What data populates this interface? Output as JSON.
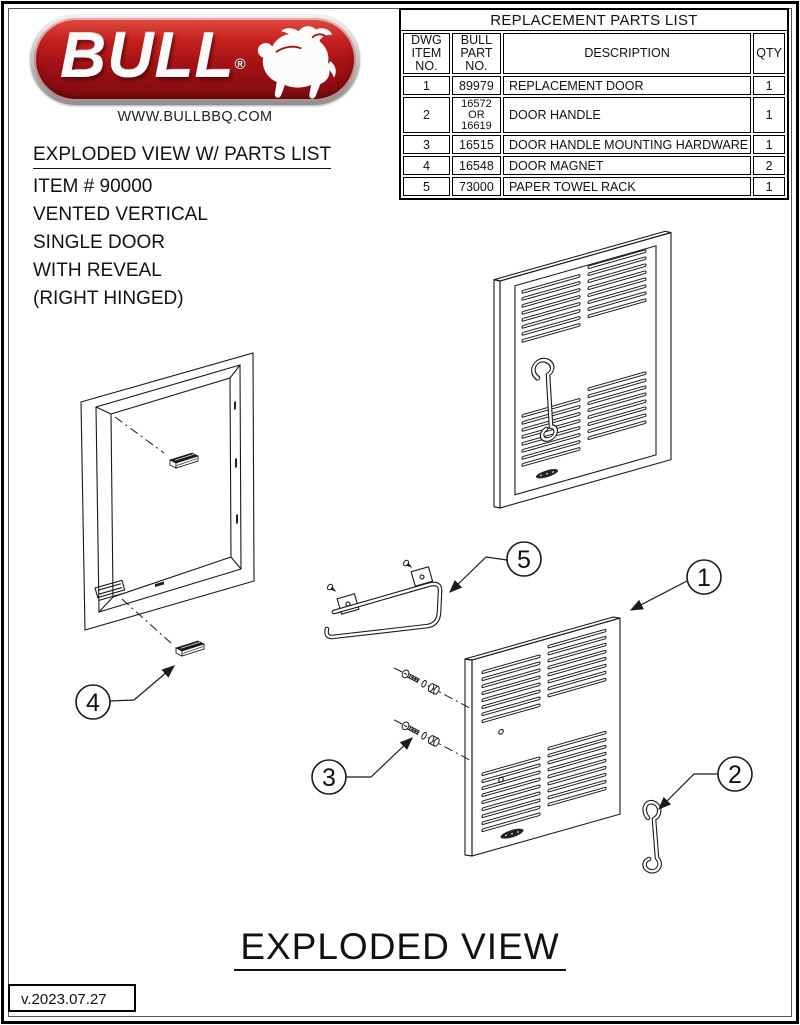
{
  "logo": {
    "brand": "BULL",
    "registered_mark": "®",
    "website": "WWW.BULLBBQ.COM"
  },
  "info_block": {
    "heading": "EXPLODED VIEW W/ PARTS LIST",
    "lines": [
      "ITEM # 90000",
      "VENTED VERTICAL",
      "SINGLE DOOR",
      "WITH REVEAL",
      "(RIGHT HINGED)"
    ]
  },
  "parts_table": {
    "title": "REPLACEMENT PARTS LIST",
    "headers": [
      "DWG\nITEM NO.",
      "BULL\nPART NO.",
      "DESCRIPTION",
      "QTY"
    ],
    "rows": [
      {
        "item": "1",
        "part": "89979",
        "desc": "REPLACEMENT DOOR",
        "qty": "1"
      },
      {
        "item": "2",
        "part": "16572\nOR\n16619",
        "desc": "DOOR HANDLE",
        "qty": "1"
      },
      {
        "item": "3",
        "part": "16515",
        "desc": "DOOR HANDLE MOUNTING HARDWARE",
        "qty": "1"
      },
      {
        "item": "4",
        "part": "16548",
        "desc": "DOOR MAGNET",
        "qty": "2"
      },
      {
        "item": "5",
        "part": "73000",
        "desc": "PAPER TOWEL RACK",
        "qty": "1"
      }
    ]
  },
  "callouts": {
    "c1": "1",
    "c2": "2",
    "c3": "3",
    "c4": "4",
    "c5": "5"
  },
  "footer": {
    "diagram_title": "EXPLODED VIEW",
    "version": "v.2023.07.27"
  },
  "colors": {
    "logo_red": "#a31115",
    "logo_red_dark": "#7d0b0e",
    "line": "#1a1a1a"
  }
}
